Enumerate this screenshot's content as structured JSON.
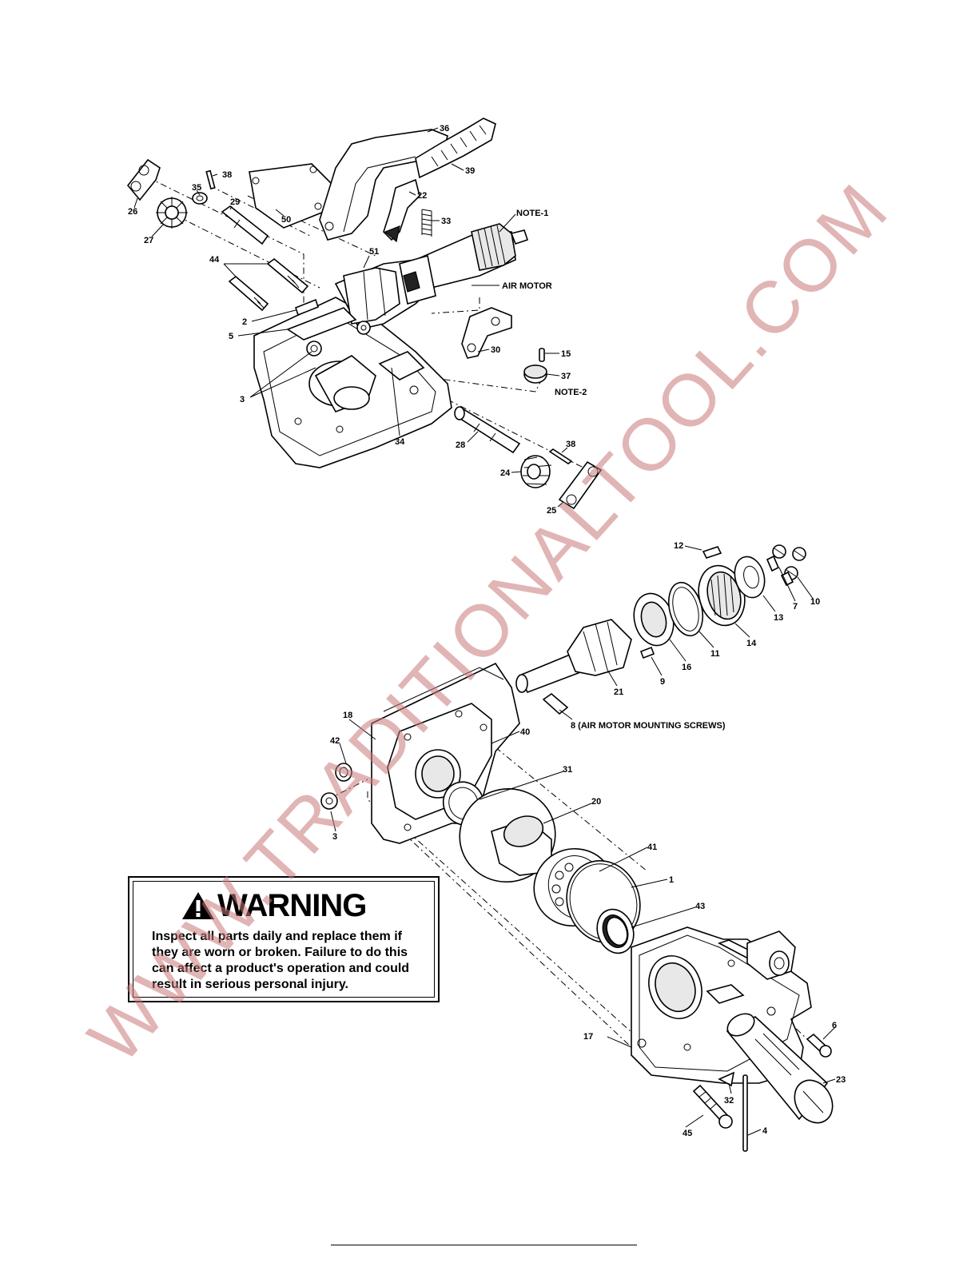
{
  "callouts": {
    "c36": "36",
    "c39": "39",
    "c38a": "38",
    "c22": "22",
    "c35": "35",
    "c29": "29",
    "c33": "33",
    "note1": "NOTE-1",
    "c26": "26",
    "c50": "50",
    "c27": "27",
    "c44": "44",
    "c51": "51",
    "air_motor": "AIR MOTOR",
    "c2": "2",
    "c5": "5",
    "c30": "30",
    "c15": "15",
    "c37": "37",
    "note2": "NOTE-2",
    "c3a": "3",
    "c34": "34",
    "c28": "28",
    "c38b": "38",
    "c24": "24",
    "c25": "25",
    "c12": "12",
    "c7": "7",
    "c10": "10",
    "c13": "13",
    "c14": "14",
    "c11": "11",
    "c16": "16",
    "c9": "9",
    "c21": "21",
    "c8": "8 (AIR MOTOR MOUNTING SCREWS)",
    "c18": "18",
    "c40": "40",
    "c42": "42",
    "c31": "31",
    "c20": "20",
    "c3b": "3",
    "c41": "41",
    "c1": "1",
    "c43": "43",
    "c6": "6",
    "c17": "17",
    "c23": "23",
    "c32": "32",
    "c45": "45",
    "c4": "4"
  },
  "warning": {
    "title": "WARNING",
    "text": "Inspect all parts daily and replace them if they are worn or broken. Failure to do this can affect a product's operation and could result in serious personal injury."
  },
  "watermark": "WWW.TRADITIONALTOOL.COM",
  "colors": {
    "watermark": "#c87878",
    "ink": "#000000"
  }
}
